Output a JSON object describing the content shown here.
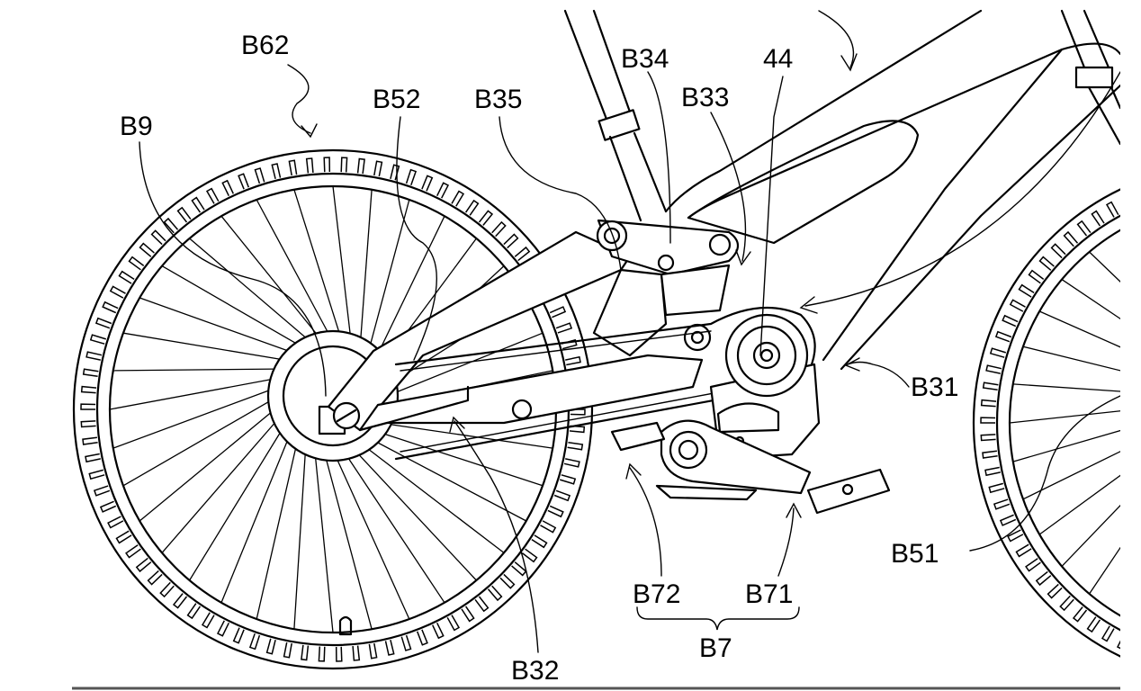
{
  "labels": {
    "B62": "B62",
    "B9": "B9",
    "B52": "B52",
    "B35": "B35",
    "B34": "B34",
    "B33": "B33",
    "n44": "44",
    "B31": "B31",
    "B51": "B51",
    "B72": "B72",
    "B71": "B71",
    "B7": "B7",
    "B32": "B32"
  }
}
